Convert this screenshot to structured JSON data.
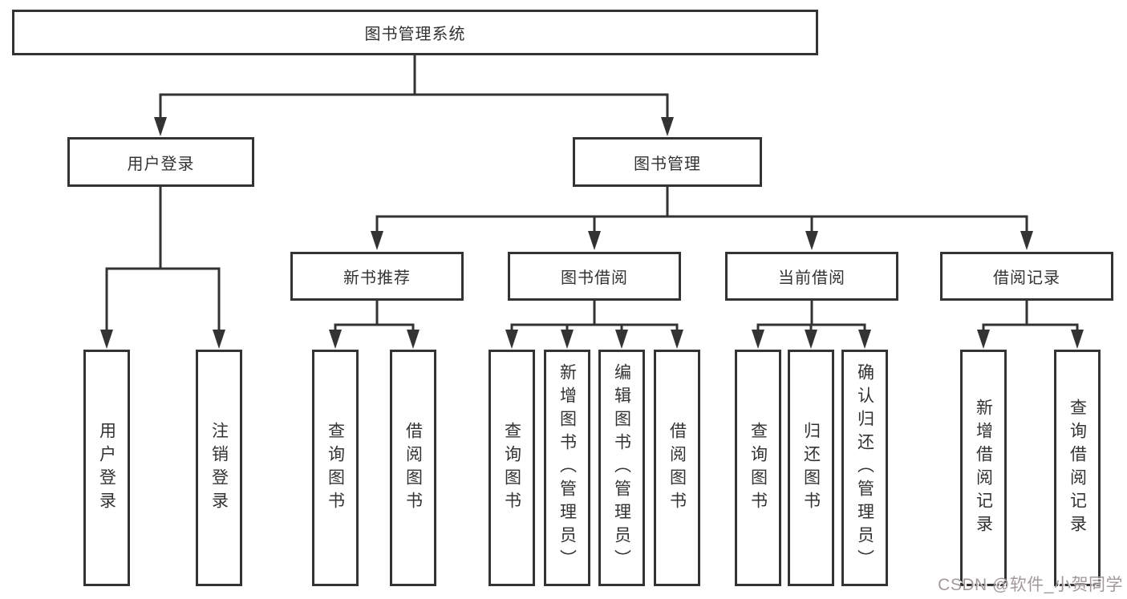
{
  "diagram": {
    "type": "hierarchy-tree",
    "nodes": {
      "root": "图书管理系统",
      "user_login": "用户登录",
      "book_mgmt": "图书管理",
      "new_books": "新书推荐",
      "book_borrow": "图书借阅",
      "current_borrow": "当前借阅",
      "borrow_records": "借阅记录",
      "leaf_user_login": "用户登录",
      "leaf_logout": "注销登录",
      "leaf_nb_query": "查询图书",
      "leaf_nb_borrow": "借阅图书",
      "leaf_bb_query": "查询图书",
      "leaf_bb_add": "新增图书（管理员）",
      "leaf_bb_edit": "编辑图书（管理员）",
      "leaf_bb_borrow": "借阅图书",
      "leaf_cb_query": "查询图书",
      "leaf_cb_return": "归还图书",
      "leaf_cb_confirm": "确认归还（管理员）",
      "leaf_br_add": "新增借阅记录",
      "leaf_br_query": "查询借阅记录"
    },
    "edges": [
      [
        "图书管理系统",
        "用户登录"
      ],
      [
        "图书管理系统",
        "图书管理"
      ],
      [
        "用户登录",
        "用户登录(叶)"
      ],
      [
        "用户登录",
        "注销登录"
      ],
      [
        "图书管理",
        "新书推荐"
      ],
      [
        "图书管理",
        "图书借阅"
      ],
      [
        "图书管理",
        "当前借阅"
      ],
      [
        "图书管理",
        "借阅记录"
      ],
      [
        "新书推荐",
        "查询图书"
      ],
      [
        "新书推荐",
        "借阅图书"
      ],
      [
        "图书借阅",
        "查询图书"
      ],
      [
        "图书借阅",
        "新增图书（管理员）"
      ],
      [
        "图书借阅",
        "编辑图书（管理员）"
      ],
      [
        "图书借阅",
        "借阅图书"
      ],
      [
        "当前借阅",
        "查询图书"
      ],
      [
        "当前借阅",
        "归还图书"
      ],
      [
        "当前借阅",
        "确认归还（管理员）"
      ],
      [
        "借阅记录",
        "新增借阅记录"
      ],
      [
        "借阅记录",
        "查询借阅记录"
      ]
    ]
  },
  "watermark": {
    "text": "CSDN @软件_小贺同学",
    "color": "#a29a9a"
  },
  "colors": {
    "line": "#333333",
    "box_border": "#333333",
    "text": "#333333",
    "background": "#ffffff"
  }
}
